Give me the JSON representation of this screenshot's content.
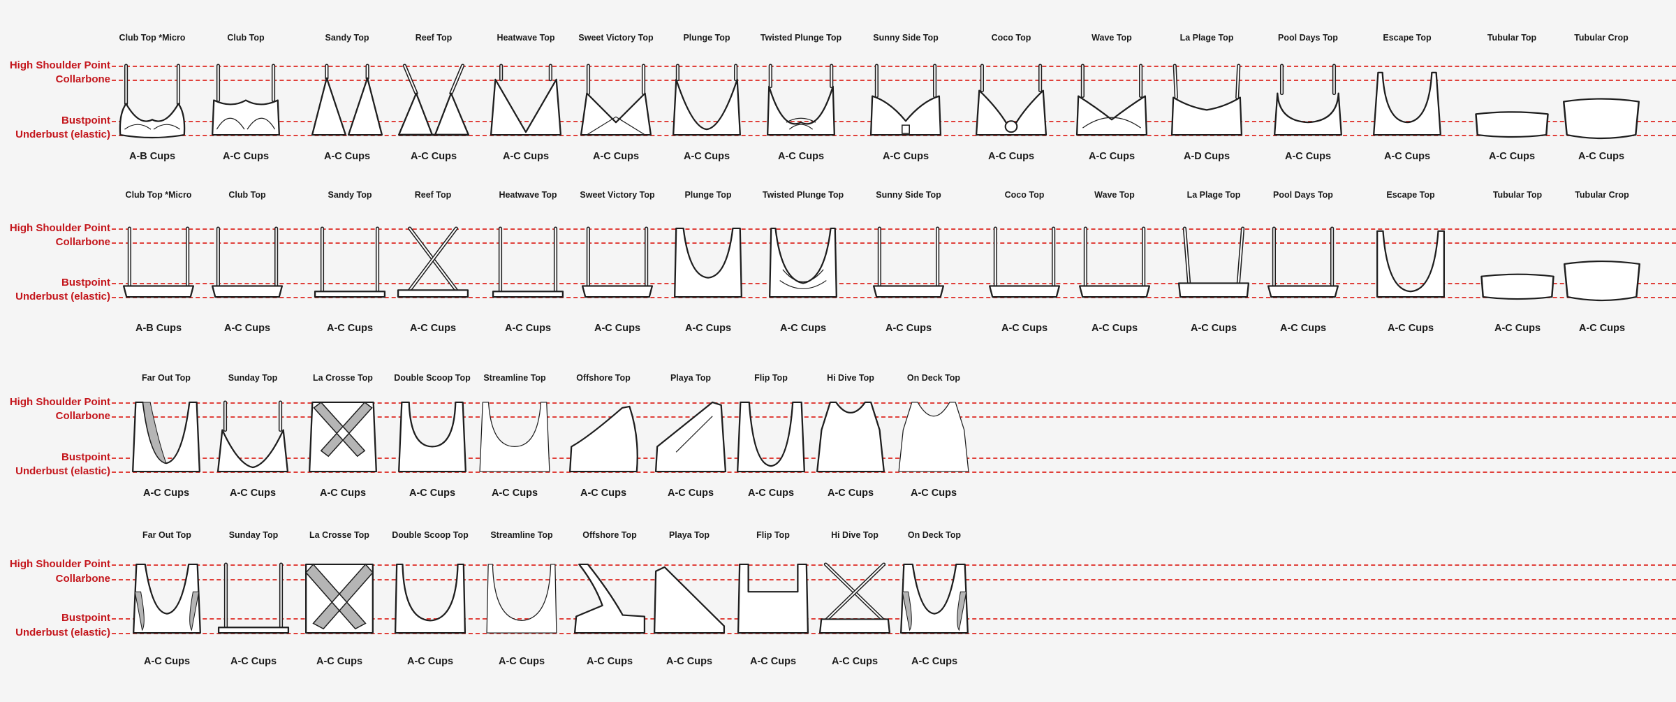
{
  "colors": {
    "reference_line": "#e0403a",
    "reference_label": "#c4161c",
    "garment_outline": "#1e1e1e",
    "garment_fill": "#ffffff",
    "lining_shade": "#b5b5b5",
    "background": "#f5f5f5"
  },
  "reference_labels": [
    "High Shoulder Point",
    "Collarbone",
    "Bustpoint",
    "Underbust (elastic)"
  ],
  "sections": [
    {
      "id": "row-1-front",
      "view": "front",
      "items": [
        {
          "name": "Club Top *Micro",
          "cups": "A-B Cups",
          "shape": "tri-wire"
        },
        {
          "name": "Club Top",
          "cups": "A-C Cups",
          "shape": "bralette-wire"
        },
        {
          "name": "Sandy Top",
          "cups": "A-C Cups",
          "shape": "triangle"
        },
        {
          "name": "Reef Top",
          "cups": "A-C Cups",
          "shape": "triangle-wide"
        },
        {
          "name": "Heatwave Top",
          "cups": "A-C Cups",
          "shape": "triangle-band"
        },
        {
          "name": "Sweet Victory Top",
          "cups": "A-C Cups",
          "shape": "wrap"
        },
        {
          "name": "Plunge Top",
          "cups": "A-C Cups",
          "shape": "plunge"
        },
        {
          "name": "Twisted Plunge Top",
          "cups": "A-C Cups",
          "shape": "twist"
        },
        {
          "name": "Sunny Side Top",
          "cups": "A-C Cups",
          "shape": "balconette"
        },
        {
          "name": "Coco Top",
          "cups": "A-C Cups",
          "shape": "ring"
        },
        {
          "name": "Wave Top",
          "cups": "A-C Cups",
          "shape": "wave"
        },
        {
          "name": "La Plage Top",
          "cups": "A-D Cups",
          "shape": "bralette-wide"
        },
        {
          "name": "Pool Days Top",
          "cups": "A-C Cups",
          "shape": "scoop"
        },
        {
          "name": "Escape Top",
          "cups": "A-C Cups",
          "shape": "scoop-wide"
        },
        {
          "name": "Tubular Top",
          "cups": "A-C Cups",
          "shape": "bandeau"
        },
        {
          "name": "Tubular Crop",
          "cups": "A-C Cups",
          "shape": "bandeau-crop"
        }
      ]
    },
    {
      "id": "row-1-back",
      "view": "back",
      "items": [
        {
          "name": "Club Top *Micro",
          "cups": "A-B Cups",
          "shape": "back-straight"
        },
        {
          "name": "Club Top",
          "cups": "A-C Cups",
          "shape": "back-straight"
        },
        {
          "name": "Sandy Top",
          "cups": "A-C Cups",
          "shape": "back-string"
        },
        {
          "name": "Reef Top",
          "cups": "A-C Cups",
          "shape": "back-cross-thin"
        },
        {
          "name": "Heatwave Top",
          "cups": "A-C Cups",
          "shape": "back-string"
        },
        {
          "name": "Sweet Victory Top",
          "cups": "A-C Cups",
          "shape": "back-straight"
        },
        {
          "name": "Plunge Top",
          "cups": "A-C Cups",
          "shape": "back-u"
        },
        {
          "name": "Twisted Plunge Top",
          "cups": "A-C Cups",
          "shape": "back-twist"
        },
        {
          "name": "Sunny Side Top",
          "cups": "A-C Cups",
          "shape": "back-straight"
        },
        {
          "name": "Coco Top",
          "cups": "A-C Cups",
          "shape": "back-straight"
        },
        {
          "name": "Wave Top",
          "cups": "A-C Cups",
          "shape": "back-straight"
        },
        {
          "name": "La Plage Top",
          "cups": "A-C Cups",
          "shape": "back-wide"
        },
        {
          "name": "Pool Days Top",
          "cups": "A-C Cups",
          "shape": "back-straight"
        },
        {
          "name": "Escape Top",
          "cups": "A-C Cups",
          "shape": "back-scoop"
        },
        {
          "name": "Tubular Top",
          "cups": "A-C Cups",
          "shape": "bandeau"
        },
        {
          "name": "Tubular Crop",
          "cups": "A-C Cups",
          "shape": "bandeau-crop"
        }
      ]
    },
    {
      "id": "row-2-front",
      "view": "front",
      "items": [
        {
          "name": "Far Out Top",
          "cups": "A-C Cups",
          "shape": "plunge-lined"
        },
        {
          "name": "Sunday Top",
          "cups": "A-C Cups",
          "shape": "sunday"
        },
        {
          "name": "La Crosse Top",
          "cups": "A-C Cups",
          "shape": "cross-front"
        },
        {
          "name": "Double Scoop Top",
          "cups": "A-C Cups",
          "shape": "scoop-tank"
        },
        {
          "name": "Streamline Top",
          "cups": "A-C Cups",
          "shape": "scoop-sport"
        },
        {
          "name": "Offshore Top",
          "cups": "A-C Cups",
          "shape": "one-shoulder"
        },
        {
          "name": "Playa Top",
          "cups": "A-C Cups",
          "shape": "one-shoulder-wide"
        },
        {
          "name": "Flip Top",
          "cups": "A-C Cups",
          "shape": "deep-u"
        },
        {
          "name": "Hi Dive Top",
          "cups": "A-C Cups",
          "shape": "high-neck"
        },
        {
          "name": "On Deck Top",
          "cups": "A-C Cups",
          "shape": "high-neck-wide"
        }
      ]
    },
    {
      "id": "row-2-back",
      "view": "back",
      "items": [
        {
          "name": "Far Out Top",
          "cups": "A-C Cups",
          "shape": "back-racer-lined"
        },
        {
          "name": "Sunday Top",
          "cups": "A-C Cups",
          "shape": "back-string"
        },
        {
          "name": "La Crosse Top",
          "cups": "A-C Cups",
          "shape": "back-cross-wide"
        },
        {
          "name": "Double Scoop Top",
          "cups": "A-C Cups",
          "shape": "back-u-tank"
        },
        {
          "name": "Streamline Top",
          "cups": "A-C Cups",
          "shape": "back-u-thin"
        },
        {
          "name": "Offshore Top",
          "cups": "A-C Cups",
          "shape": "back-one-shoulder"
        },
        {
          "name": "Playa Top",
          "cups": "A-C Cups",
          "shape": "back-one-shoulder-wide"
        },
        {
          "name": "Flip Top",
          "cups": "A-C Cups",
          "shape": "back-square"
        },
        {
          "name": "Hi Dive Top",
          "cups": "A-C Cups",
          "shape": "back-cross-straps"
        },
        {
          "name": "On Deck Top",
          "cups": "A-C Cups",
          "shape": "back-racer-lined"
        }
      ]
    }
  ]
}
